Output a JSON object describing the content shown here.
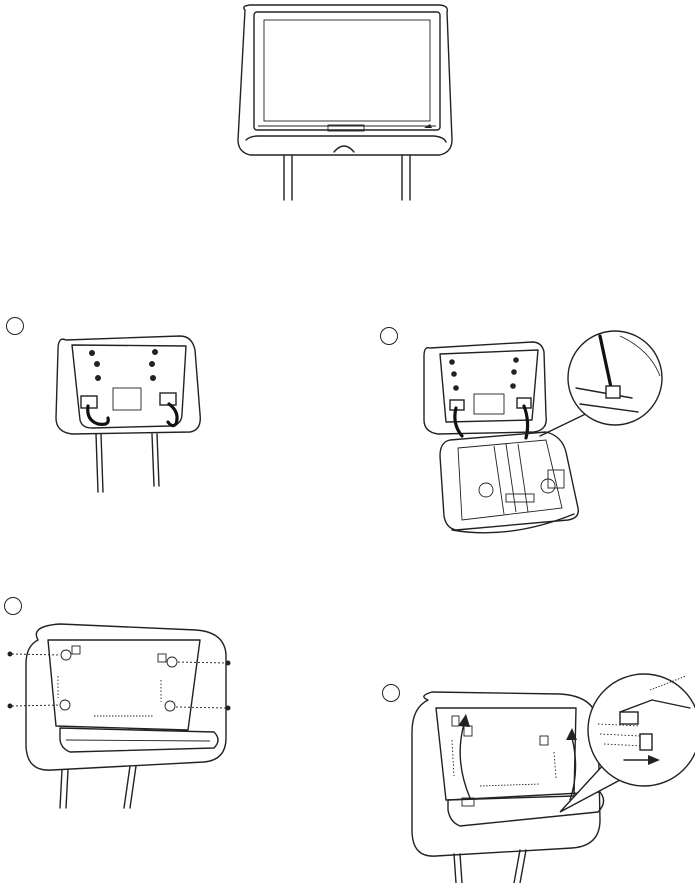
{
  "figures": [
    {
      "id": "monitor-overview",
      "step": ""
    },
    {
      "id": "step-1",
      "step": ""
    },
    {
      "id": "step-2",
      "step": ""
    },
    {
      "id": "step-3",
      "step": ""
    },
    {
      "id": "step-4",
      "step": ""
    }
  ],
  "colors": {
    "line": "#222222",
    "background": "#ffffff",
    "cable": "#111111"
  },
  "icons": [
    "screw-icon",
    "arrow-icon",
    "magnifier-callout-icon"
  ]
}
